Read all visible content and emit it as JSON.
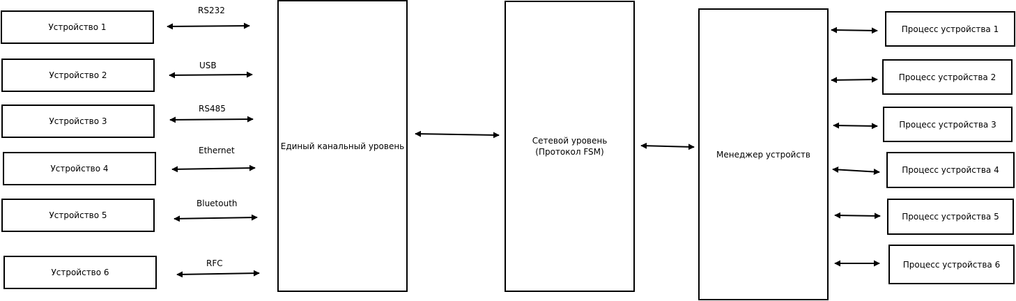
{
  "devices": [
    "Устройство 1",
    "Устройство 2",
    "Устройство 3",
    "Устройство 4",
    "Устройство 5",
    "Устройство 6"
  ],
  "interfaces": [
    "RS232",
    "USB",
    "RS485",
    "Ethernet",
    "Bluetouth",
    "RFC"
  ],
  "link_layer": "Единый канальный уровень",
  "network_layer": {
    "line1": "Сетевой уровень",
    "line2": "(Протокол FSM)"
  },
  "device_manager": "Менеджер устройств",
  "processes": [
    "Процесс устройства 1",
    "Процесс устройства 2",
    "Процесс устройства 3",
    "Процесс устройства 4",
    "Процесс устройства 5",
    "Процесс устройства 6"
  ]
}
